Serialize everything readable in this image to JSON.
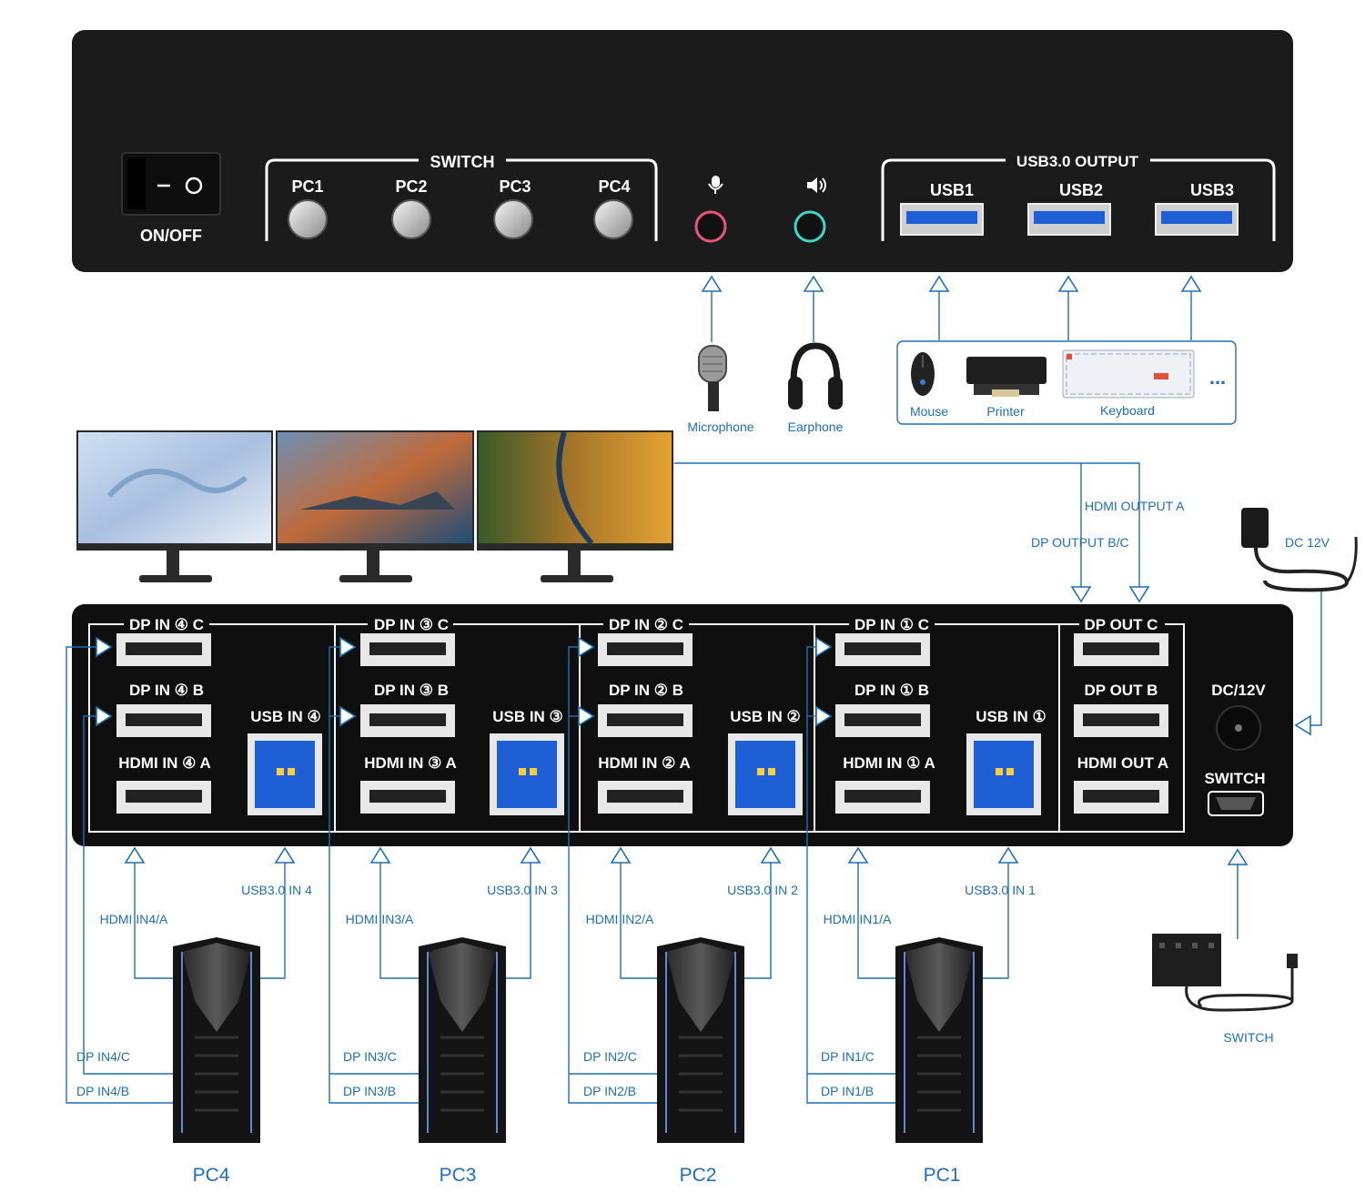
{
  "front_panel": {
    "power_label": "ON/OFF",
    "switch_title": "SWITCH",
    "switch_buttons": [
      "PC1",
      "PC2",
      "PC3",
      "PC4"
    ],
    "usb_output_title": "USB3.0 OUTPUT",
    "usb_ports": [
      "USB1",
      "USB2",
      "USB3"
    ]
  },
  "peripherals": {
    "microphone": "Microphone",
    "earphone": "Earphone",
    "mouse": "Mouse",
    "printer": "Printer",
    "keyboard": "Keyboard",
    "more": "..."
  },
  "outputs": {
    "hdmi_output_a": "HDMI OUTPUT A",
    "dp_output_bc": "DP OUTPUT B/C",
    "dc_12v": "DC 12V"
  },
  "back_panel": {
    "groups": [
      {
        "dp_c": "DP IN ④ C",
        "dp_b": "DP IN ④ B",
        "hdmi_a": "HDMI IN ④ A",
        "usb": "USB IN ④"
      },
      {
        "dp_c": "DP IN ③ C",
        "dp_b": "DP IN ③ B",
        "hdmi_a": "HDMI IN ③ A",
        "usb": "USB IN ③"
      },
      {
        "dp_c": "DP IN ② C",
        "dp_b": "DP IN ② B",
        "hdmi_a": "HDMI IN ② A",
        "usb": "USB IN ②"
      },
      {
        "dp_c": "DP IN ① C",
        "dp_b": "DP IN ① B",
        "hdmi_a": "HDMI IN ① A",
        "usb": "USB IN ①"
      }
    ],
    "out_group": {
      "dp_c": "DP OUT C",
      "dp_b": "DP OUT B",
      "hdmi_a": "HDMI OUT A"
    },
    "dc_label": "DC/12V",
    "switch_label": "SWITCH"
  },
  "pc_connections": [
    {
      "usb": "USB3.0 IN 4",
      "hdmi": "HDMI IN4/A",
      "dp_c": "DP IN4/C",
      "dp_b": "DP IN4/B",
      "pc": "PC4"
    },
    {
      "usb": "USB3.0 IN 3",
      "hdmi": "HDMI IN3/A",
      "dp_c": "DP IN3/C",
      "dp_b": "DP IN3/B",
      "pc": "PC3"
    },
    {
      "usb": "USB3.0 IN 2",
      "hdmi": "HDMI IN2/A",
      "dp_c": "DP IN2/C",
      "dp_b": "DP IN2/B",
      "pc": "PC2"
    },
    {
      "usb": "USB3.0 IN 1",
      "hdmi": "HDMI IN1/A",
      "dp_c": "DP IN1/C",
      "dp_b": "DP IN1/B",
      "pc": "PC1"
    }
  ],
  "wired_switch_label": "SWITCH",
  "colors": {
    "accent": "#1f6fb5",
    "device_body": "#1c1c1c",
    "usb_port_blue": "#1e5fd6",
    "mic_jack": "#e8557a",
    "ear_jack": "#3fd6c4"
  }
}
